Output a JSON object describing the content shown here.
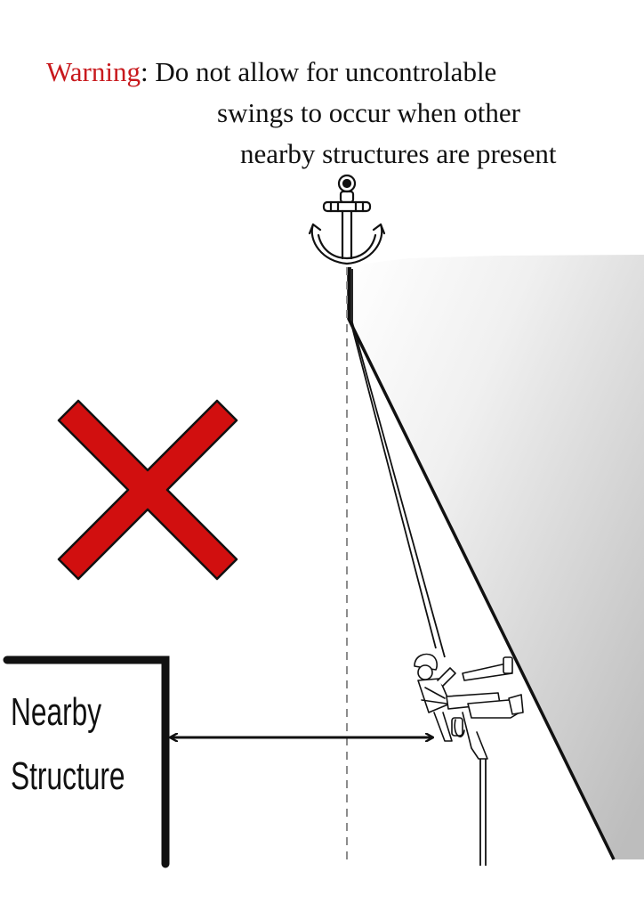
{
  "warning": {
    "keyword": "Warning",
    "separator": ":",
    "line1": " Do not allow for uncontrolable",
    "line2": "swings to occur when other",
    "line3": "nearby structures are present"
  },
  "structure": {
    "line1": "Nearby",
    "line2": "Structure"
  },
  "colors": {
    "warning_text": "#c8191d",
    "prohibited_mark": "#d10f0f",
    "wall_gray": "#c4c4c4"
  },
  "icons": {
    "anchor": "anchor-icon",
    "prohibited": "x-mark-icon",
    "worker": "rope-access-worker-icon"
  }
}
